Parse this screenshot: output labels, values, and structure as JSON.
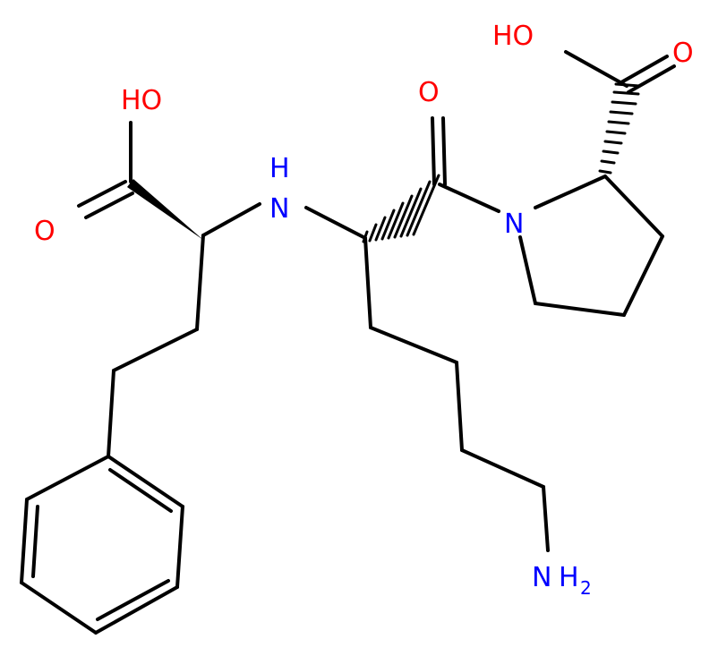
{
  "atoms": {
    "oh_left": "HO",
    "o_left": "O",
    "nh": "H",
    "nh_n": "N",
    "o_carbonyl": "O",
    "oh_right": "HO",
    "o_right": "O",
    "n_ring": "N",
    "nh2_n": "N",
    "nh2_h": "H",
    "nh2_sub": "2"
  },
  "colors": {
    "bond": "#000000",
    "oxygen": "#ff0000",
    "nitrogen": "#0000ff"
  }
}
